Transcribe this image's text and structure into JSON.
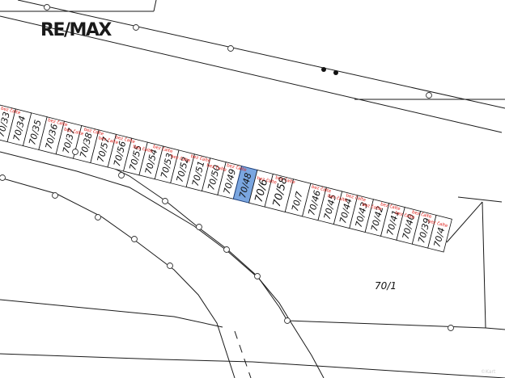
{
  "brand": {
    "logo_text": "RE/MAX"
  },
  "map": {
    "parcel_label_main": "70/1",
    "highlighted_parcel": "70/48",
    "strip_labels": [
      "70/33",
      "70/34",
      "70/35",
      "70/36",
      "70/37",
      "70/38",
      "70/57",
      "70/56",
      "70/55",
      "70/54",
      "70/53",
      "70/52",
      "70/51",
      "70/50",
      "70/49",
      "70/48",
      "70/6",
      "70/58",
      "70/7",
      "70/46",
      "70/45",
      "70/44",
      "70/43",
      "70/42",
      "70/41",
      "70/40",
      "70/39",
      "70/4"
    ],
    "tag_text": "bez čalte",
    "watermark": "©Kart"
  }
}
